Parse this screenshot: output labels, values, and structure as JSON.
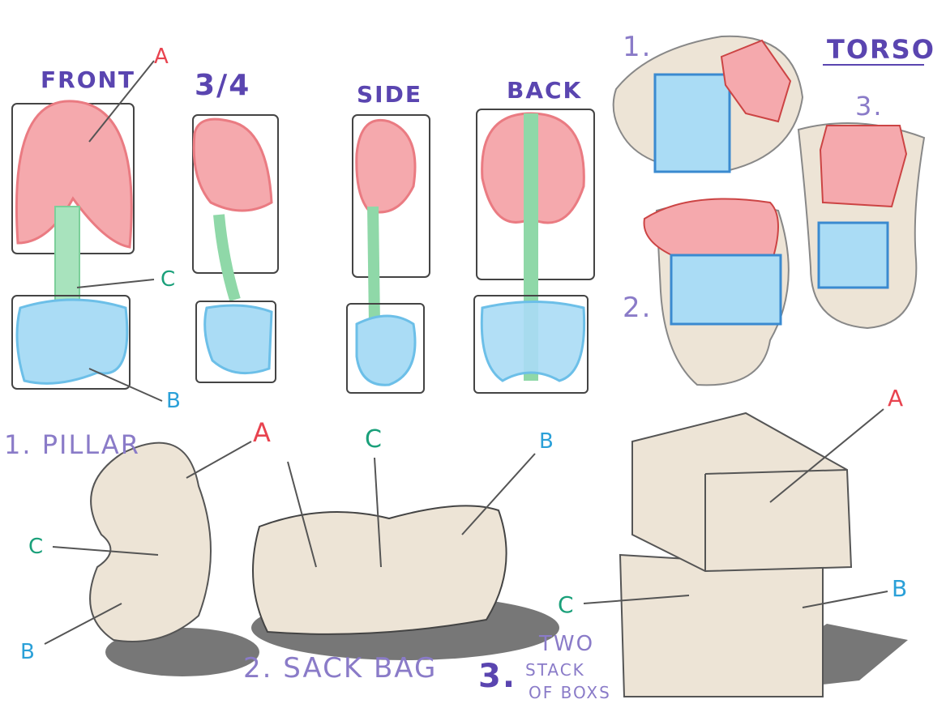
{
  "views": {
    "front": "FRONT",
    "three_quarter": "3/4",
    "side": "SIDE",
    "back": "BACK"
  },
  "markers": {
    "a": "A",
    "b": "B",
    "c": "C"
  },
  "torso": {
    "title": "TORSO",
    "steps": [
      "1.",
      "2.",
      "3."
    ]
  },
  "bottom": {
    "pillar": "1. PILLAR",
    "sack": "2. SACK BAG",
    "boxes_num": "3.",
    "boxes_lines": [
      "TWO",
      "STACK",
      "OF BOXS"
    ]
  },
  "colors": {
    "red": "#f08a8f",
    "blue": "#8fd0f0",
    "green": "#8fd8a8",
    "beige": "#ede4d6",
    "purple": "#5a45b0"
  }
}
